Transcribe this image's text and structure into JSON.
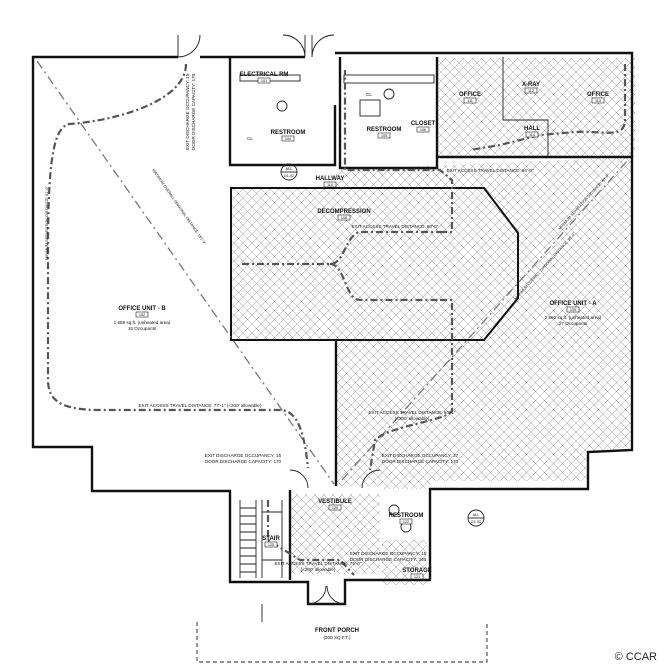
{
  "rooms": {
    "electrical_rm": {
      "label": "ELECTRICAL RM",
      "num": "101"
    },
    "restroom_left": {
      "label": "RESTROOM",
      "num": "104"
    },
    "restroom_mid": {
      "label": "RESTROOM",
      "num": "105"
    },
    "closet": {
      "label": "CLOSET",
      "num": "106"
    },
    "office_1": {
      "label": "OFFICE",
      "num": "111"
    },
    "xray": {
      "label": "X-RAY",
      "num": "112"
    },
    "office_2": {
      "label": "OFFICE",
      "num": "113"
    },
    "hall": {
      "label": "HALL",
      "num": "114"
    },
    "hallway": {
      "label": "HALLWAY",
      "num": "110"
    },
    "decompression": {
      "label": "DECOMPRESSION",
      "num": "108"
    },
    "office_unit_b": {
      "label": "OFFICE UNIT - B",
      "num": "102",
      "area": "1,689 sq.ft. (unheated area)",
      "occupants": "15 Occupants"
    },
    "office_unit_a": {
      "label": "OFFICE UNIT - A",
      "num": "109",
      "area": "2,880 sq.ft. (unheated area)",
      "occupants": "27 Occupants"
    },
    "vestibule": {
      "label": "VESTIBULE",
      "num": "120"
    },
    "stair": {
      "label": "STAIR",
      "num": "125"
    },
    "restroom_lower": {
      "label": "RESTROOM",
      "num": "122"
    },
    "storage": {
      "label": "STORAGE",
      "num": "121"
    },
    "front_porch": {
      "label": "FRONT PORCH",
      "area": "(200 SQ.F.T.)"
    }
  },
  "annotations": {
    "cl_left": "CL",
    "cl_mid": "CL",
    "all_tag": "ALL",
    "all_ref": "G1.02",
    "exit_disch_b": "EXIT DISCHARGE OCCUPANCY: 15",
    "door_disch_b": "DOOR DISCHARGE CAPACITY: 170",
    "exit_disch_a": "EXIT DISCHARGE OCCUPANCY: 27",
    "door_disch_a": "DOOR DISCHARGE CAPACITY: 170",
    "exit_disch_front": "EXIT DISCHARGE OCCUPANCY: 15",
    "door_disch_front": "DOOR DISCHARGE CAPACITY: 340",
    "exit_disch_top": "EXIT DISCHARGE OCCUPANCY: 15",
    "door_disch_top": "DOOR DISCHARGE CAPACITY: 170",
    "travel_b": "EXIT ACCESS TRAVEL DISTANCE: 77'-1\" (<200' allowable)",
    "travel_a": "EXIT ACCESS TRAVEL DISTANCE: 94'-1\"",
    "travel_a_allow": "(<200' allowable)",
    "travel_decomp": "EXIT ACCESS TRAVEL DISTANCE: 60'-0\"",
    "travel_top": "EXIT ACCESS TRAVEL DISTANCE: 64'-0\"",
    "travel_stair": "EXIT ACCESS TRAVEL DISTANCE: 75'-0\"",
    "travel_stair_allow": "(<200' allowable)",
    "diag_b": "MAXIMUM OVERALL DIAGONAL DISTANCE: 161'-9\"",
    "diag_a": "MAXIMUM OVERALL DIAGONAL DISTANCE: 95'-0\"",
    "min_sep_b": "MINIMUM SEPARATION DISTANCE: 81'-0\"",
    "min_sep_a": "MINIMUM SEPARATION DISTANCE: 48'-0\""
  },
  "copyright": "© CCAR"
}
